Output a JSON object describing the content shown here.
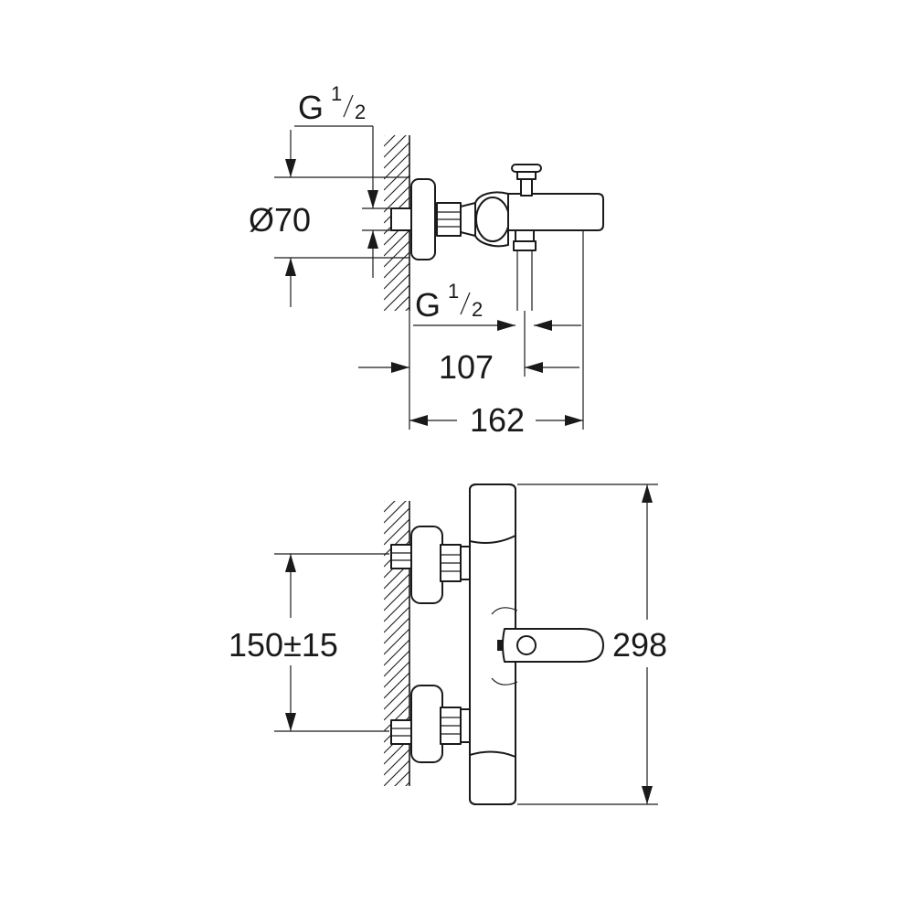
{
  "top_view": {
    "thread_top": {
      "prefix": "G",
      "num": "1",
      "den": "2"
    },
    "diameter": "Ø70",
    "thread_outlet": {
      "prefix": "G",
      "num": "1",
      "den": "2"
    },
    "depth_107": "107",
    "depth_162": "162"
  },
  "front_view": {
    "spacing": "150±15",
    "height": "298"
  }
}
